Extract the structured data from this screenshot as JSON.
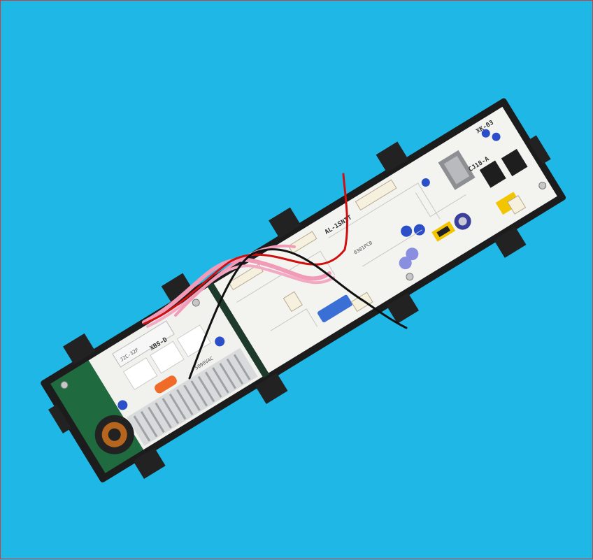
{
  "photo": {
    "subject": "",
    "background_color": "#1fb8e6",
    "frame_color": "#d23c3c"
  },
  "board_labels": {
    "left_module": "XB5-D",
    "left_relay": "JZC-32F",
    "main_marking": "XK-03",
    "part_marking": "CJ18-A",
    "sub_marking": "AL-1SNIT",
    "lower_marking": "0301PCB",
    "cap_marking": "5000VAC"
  },
  "colors": {
    "housing": "#1c1c1c",
    "pcb": "#f1f1ee",
    "pcb_green": "#1f6b3f",
    "heatsink": "#d9dadb",
    "wire_pink": "#f19bb8",
    "wire_red": "#d01010",
    "wire_black": "#111111",
    "cap_yellow": "#f2c500",
    "connector_blue": "#3a6fd6",
    "capacitor_orange": "#f06a28"
  }
}
